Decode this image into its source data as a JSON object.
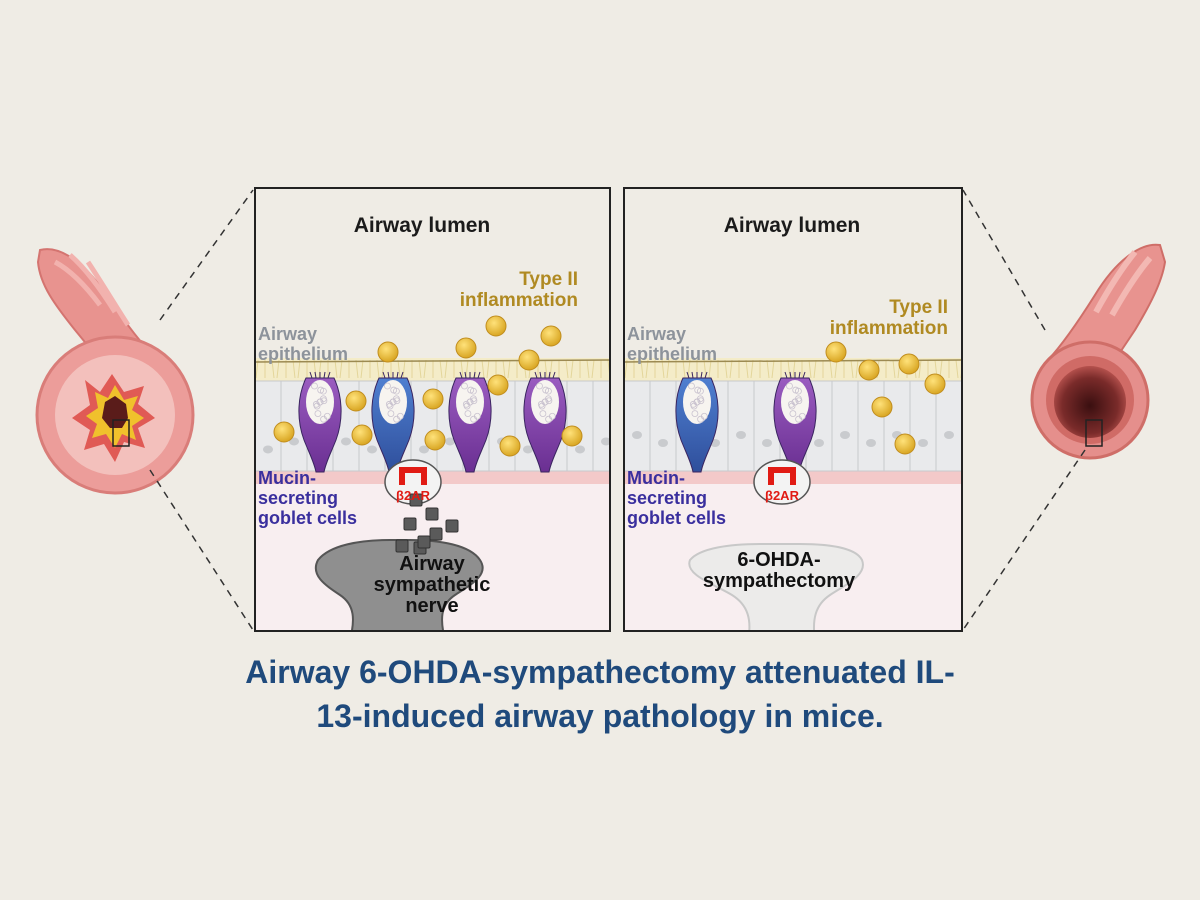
{
  "panels": {
    "left": {
      "lumen_label": "Airway lumen",
      "inflammation_line1": "Type II",
      "inflammation_line2": "inflammation",
      "epithelium_line1": "Airway",
      "epithelium_line2": "epithelium",
      "goblet_line1": "Mucin-",
      "goblet_line2": "secreting",
      "goblet_line3": "goblet cells",
      "receptor_label": "β2AR",
      "nerve_line1": "Airway",
      "nerve_line2": "sympathetic",
      "nerve_line3": "nerve"
    },
    "right": {
      "lumen_label": "Airway lumen",
      "inflammation_line1": "Type II",
      "inflammation_line2": "inflammation",
      "epithelium_line1": "Airway",
      "epithelium_line2": "epithelium",
      "goblet_line1": "Mucin-",
      "goblet_line2": "secreting",
      "goblet_line3": "goblet cells",
      "receptor_label": "β2AR",
      "nerve_line1": "6-OHDA-",
      "nerve_line2": "sympathectomy"
    }
  },
  "caption": {
    "line1": "Airway 6-OHDA-sympathectomy attenuated IL-",
    "line2": "13-induced airway pathology in mice."
  },
  "colors": {
    "background": "#efece5",
    "caption": "#1f4a7c",
    "inflammation_text": "#b08a22",
    "goblet_text": "#3a2f9e",
    "receptor": "#e11b14",
    "cytokine": "#f2c230",
    "goblet_purple": "#7b3fa0",
    "goblet_blue": "#3c5fb0",
    "airway_tissue": "#e58f8c"
  }
}
